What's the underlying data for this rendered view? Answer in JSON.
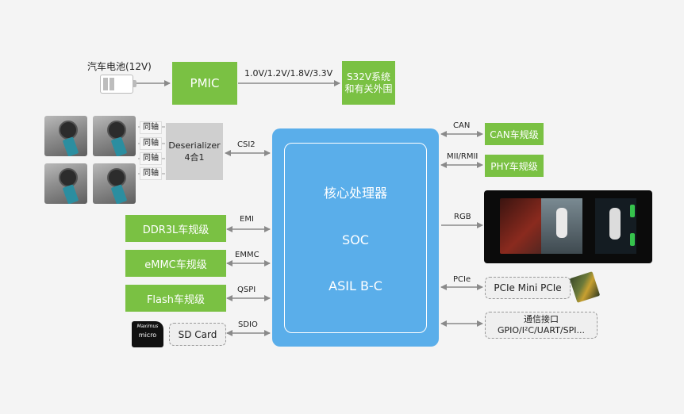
{
  "battery": {
    "label": "汽车电池(12V)"
  },
  "pmic": {
    "label": "PMIC"
  },
  "voltages": {
    "label": "1.0V/1.2V/1.8V/3.3V"
  },
  "s32v": {
    "label": "S32V系统和有关外围"
  },
  "cameras": {
    "coax_labels": [
      "同轴",
      "同轴",
      "同轴",
      "同轴"
    ]
  },
  "deserializer": {
    "line1": "Deserializer",
    "line2": "4合1"
  },
  "links": {
    "csi2": "CSI2",
    "emi": "EMI",
    "emmc": "EMMC",
    "qspi": "QSPI",
    "sdio": "SDIO",
    "can": "CAN",
    "mii": "MII/RMII",
    "rgb": "RGB",
    "pcie": "PCIe"
  },
  "soc": {
    "line1": "核心处理器",
    "line2": "SOC",
    "line3": "ASIL B-C"
  },
  "memory": {
    "ddr": "DDR3L车规级",
    "emmc": "eMMC车规级",
    "flash": "Flash车规级",
    "sdcard": "SD Card"
  },
  "sdcard_image": {
    "brand": "Maximus",
    "text": "micro"
  },
  "right": {
    "can": "CAN车规级",
    "phy": "PHY车规级",
    "pcie": "PCIe Mini PCIe",
    "comm_line1": "通信接口",
    "comm_line2": "GPIO/I²C/UART/SPI..."
  },
  "colors": {
    "green": "#7ac143",
    "blue": "#5aaeea",
    "gray": "#cfcfcf"
  }
}
